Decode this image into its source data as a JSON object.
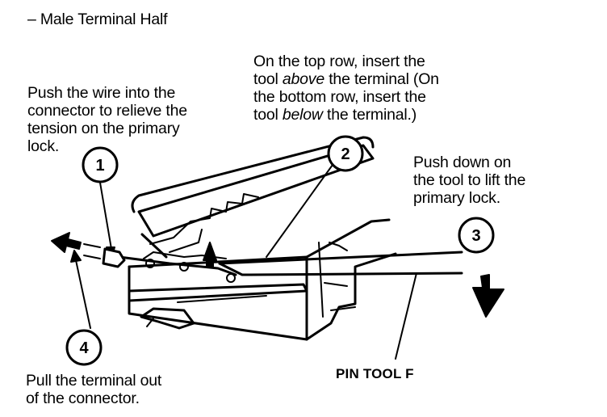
{
  "header": {
    "title": "– Male Terminal Half"
  },
  "callouts": {
    "step1": {
      "number": "1",
      "lines": [
        "Push the wire into the",
        "connector to relieve the",
        "tension on the primary",
        "lock."
      ]
    },
    "step2": {
      "number": "2",
      "line1": "On the top row, insert the",
      "line2_pre": "tool ",
      "line2_em": "above",
      "line2_post": " the terminal (On",
      "line3": "the bottom row, insert the",
      "line4_pre": "tool ",
      "line4_em": "below",
      "line4_post": " the terminal.)"
    },
    "step3": {
      "number": "3",
      "lines": [
        "Push down on",
        "the tool to lift the",
        "primary lock."
      ]
    },
    "step4": {
      "number": "4",
      "lines": [
        "Pull the terminal out",
        "of the connector."
      ]
    }
  },
  "labels": {
    "tool": "PIN TOOL F"
  }
}
